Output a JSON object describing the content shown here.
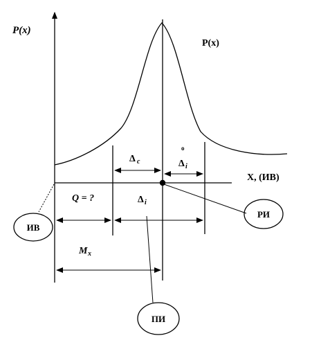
{
  "labels": {
    "y_axis": "P(x)",
    "curve": "P(x)",
    "x_axis": "X, (ИВ)",
    "q_unknown": "Q = ?",
    "delta_c": "Δ",
    "delta_c_sub": "c",
    "delta_i_top": "Δ",
    "delta_i_top_sub": "i",
    "delta_i_top_mark": "o",
    "delta_i": "Δ",
    "delta_i_sub": "i",
    "m_x": "M",
    "m_x_sub": "x"
  },
  "callouts": {
    "iv": "ИВ",
    "ri": "РИ",
    "pi": "ПИ"
  }
}
